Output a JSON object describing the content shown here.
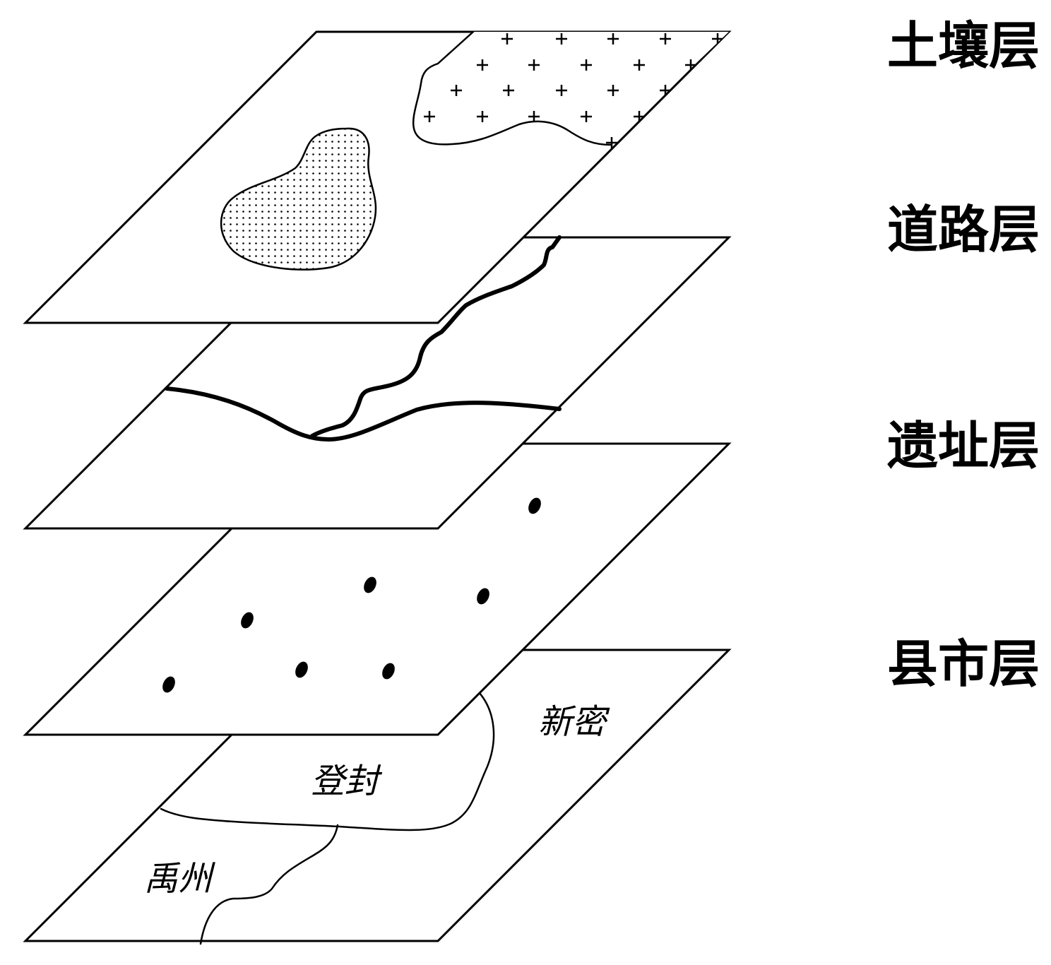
{
  "layers": [
    {
      "id": "soil",
      "label": "土壤层"
    },
    {
      "id": "road",
      "label": "道路层"
    },
    {
      "id": "site",
      "label": "遗址层"
    },
    {
      "id": "county",
      "label": "县市层"
    }
  ],
  "counties": {
    "xinmi": "新密",
    "dengfeng": "登封",
    "yuzhou": "禹州"
  },
  "colors": {
    "line": "#000000",
    "fill": "#ffffff"
  }
}
